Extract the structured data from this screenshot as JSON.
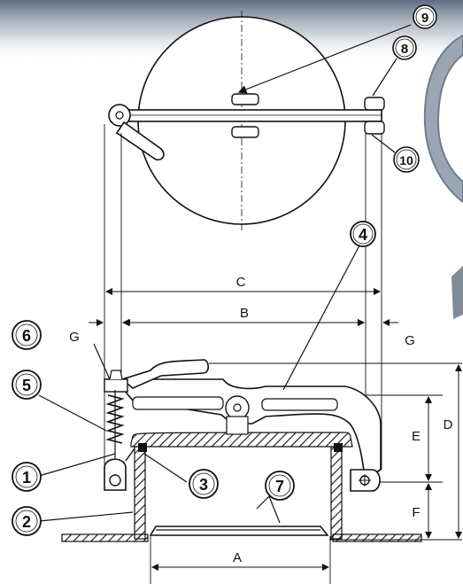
{
  "callouts": {
    "c1": "1",
    "c2": "2",
    "c3": "3",
    "c4": "4",
    "c5": "5",
    "c6": "6",
    "c7": "7",
    "c8": "8",
    "c9": "9",
    "c10": "10"
  },
  "dimensions": {
    "a": "A",
    "b": "B",
    "c": "C",
    "d": "D",
    "e": "E",
    "f": "F",
    "g_left": "G",
    "g_right": "G"
  },
  "colors": {
    "ink": "#111111",
    "header_gradient_top": "#5d6c80",
    "header_gradient_bottom": "#ffffff",
    "photo_edge": "#8a9aa8"
  }
}
